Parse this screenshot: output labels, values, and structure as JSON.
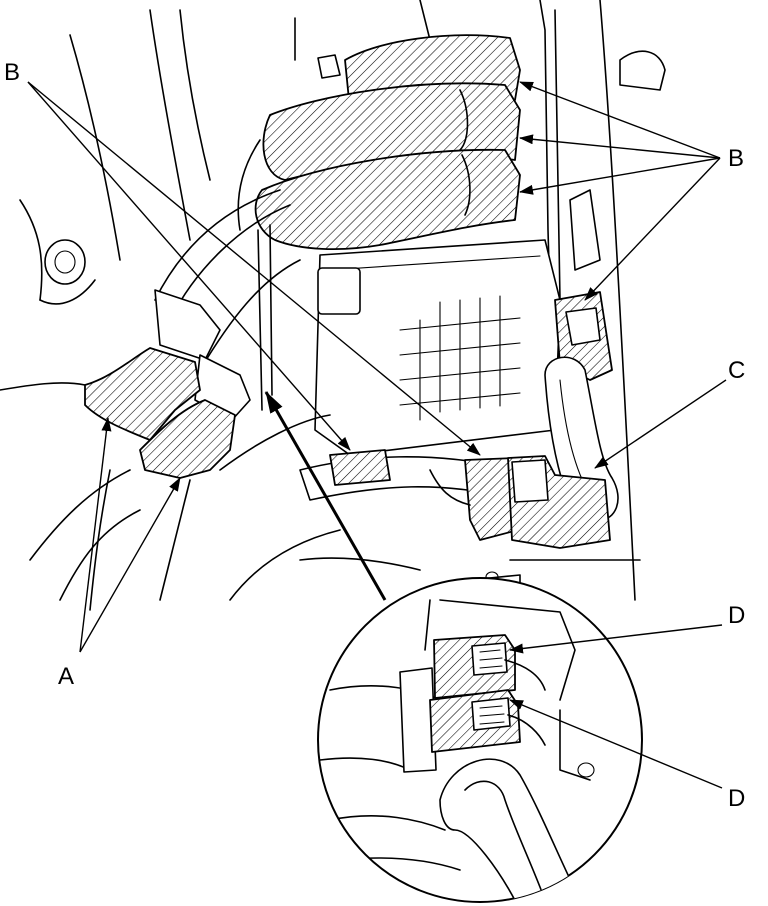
{
  "labels": {
    "b_top_left": "B",
    "b_right": "B",
    "c": "C",
    "a": "A",
    "d_upper": "D",
    "d_lower": "D"
  },
  "colors": {
    "line": "#000000",
    "background": "#ffffff"
  }
}
